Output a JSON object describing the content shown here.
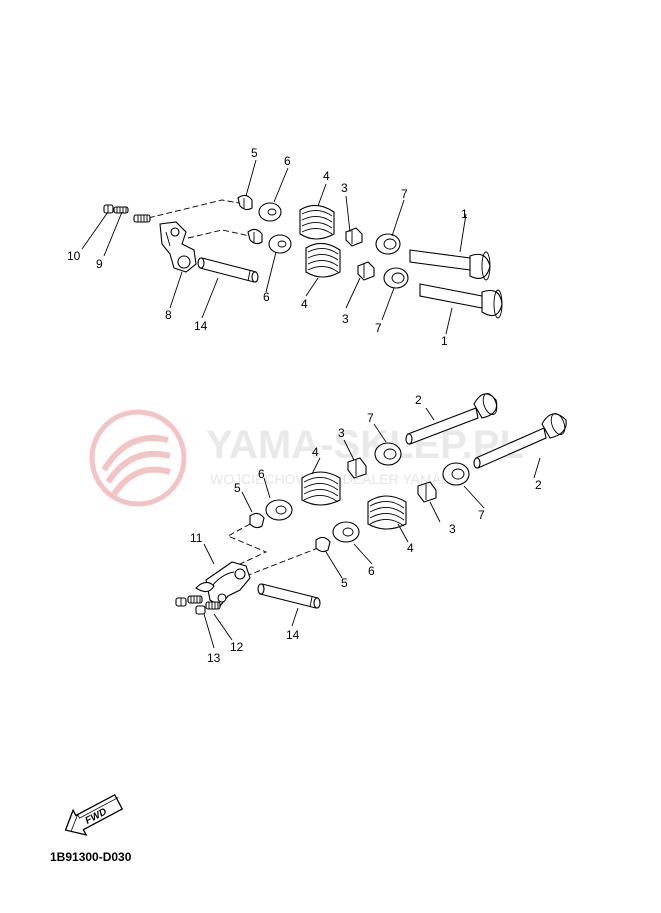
{
  "watermark": {
    "title": "YAMA-SKLEP.PL",
    "subtitle": "WOJCIECHOWICZ | DEALER YAMAHA"
  },
  "direction_arrow": {
    "label": "FWD",
    "icon": "fwd-arrow-icon"
  },
  "diagram_code": "1B91300-D030",
  "callouts": {
    "top_exhaust_valve": "1",
    "top_intake_valve": "1",
    "bottom_valve_a": "2",
    "bottom_valve_b": "2",
    "top_cotter_a": "3",
    "top_cotter_b": "3",
    "bottom_cotter_a": "3",
    "bottom_cotter_b": "3",
    "top_spring_a": "4",
    "top_spring_b": "4",
    "bottom_spring_a": "4",
    "bottom_spring_b": "4",
    "top_retainer_a": "5",
    "bottom_retainer_a": "5",
    "bottom_retainer_b": "5",
    "top_seat_a": "6",
    "top_seat_b": "6",
    "bottom_seat_a": "6",
    "bottom_seat_b": "6",
    "top_seal_a": "7",
    "top_seal_b": "7",
    "bottom_seal_a": "7",
    "bottom_seal_b": "7",
    "top_rocker_arm": "8",
    "top_adjuster_screw": "9",
    "top_nut": "10",
    "bottom_rocker_arm": "11",
    "bottom_adjuster_screw": "12",
    "bottom_nut": "13",
    "top_rocker_shaft": "14",
    "bottom_rocker_shaft": "14"
  }
}
